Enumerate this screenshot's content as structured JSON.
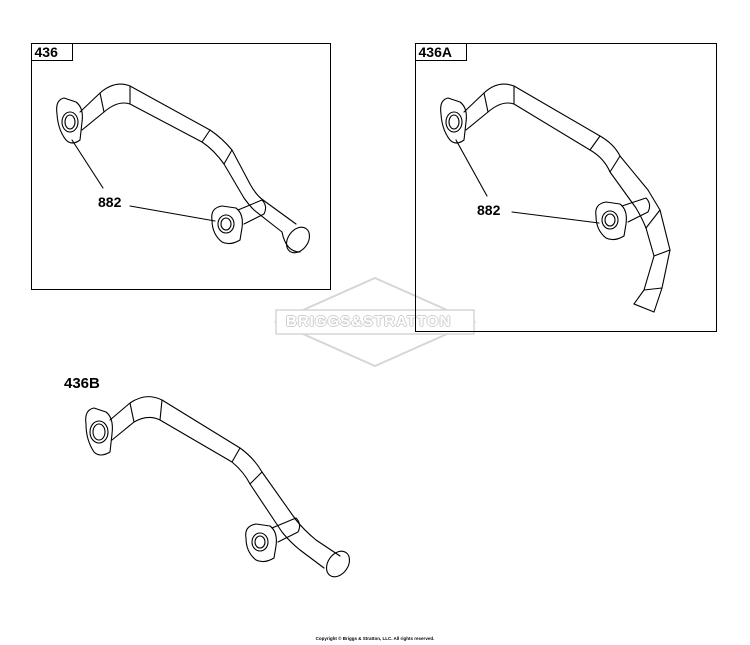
{
  "panels": [
    {
      "id": "436",
      "label": "436",
      "callout": "882"
    },
    {
      "id": "436A",
      "label": "436A",
      "callout": "882"
    }
  ],
  "free_part": {
    "label": "436B"
  },
  "watermark": {
    "text": "BRIGGS&STRATTON"
  },
  "footer": {
    "copyright": "Copyright © Briggs & Stratton, LLC. All rights reserved."
  }
}
